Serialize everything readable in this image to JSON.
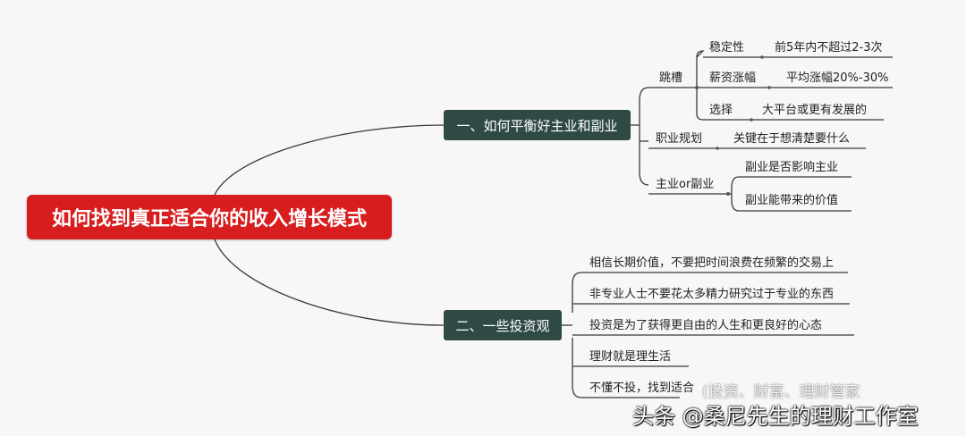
{
  "root": "如何找到真正适合你的收入增长模式",
  "branch1": {
    "label": "一、如何平衡好主业和副业",
    "groups": [
      {
        "label": "跳槽",
        "items": [
          {
            "label": "稳定性",
            "detail": "前5年内不超过2-3次"
          },
          {
            "label": "薪资涨幅",
            "detail": "平均涨幅20%-30%"
          },
          {
            "label": "选择",
            "detail": "大平台或更有发展的"
          }
        ]
      },
      {
        "label": "职业规划",
        "detail": "关键在于想清楚要什么"
      },
      {
        "label": "主业or副业",
        "items": [
          "副业是否影响主业",
          "副业能带来的价值"
        ]
      }
    ]
  },
  "branch2": {
    "label": "二、一些投资观",
    "items": [
      "相信长期价值，不要把时间浪费在频繁的交易上",
      "非专业人士不要花太多精力研究过于专业的东西",
      "投资是为了获得更自由的人生和更良好的心态",
      "理财就是理生活",
      "不懂不投，找到适合"
    ]
  },
  "watermark": {
    "main": "头条 @桑尼先生的理财工作室",
    "overlay": "(投资、财富、理财管家"
  }
}
